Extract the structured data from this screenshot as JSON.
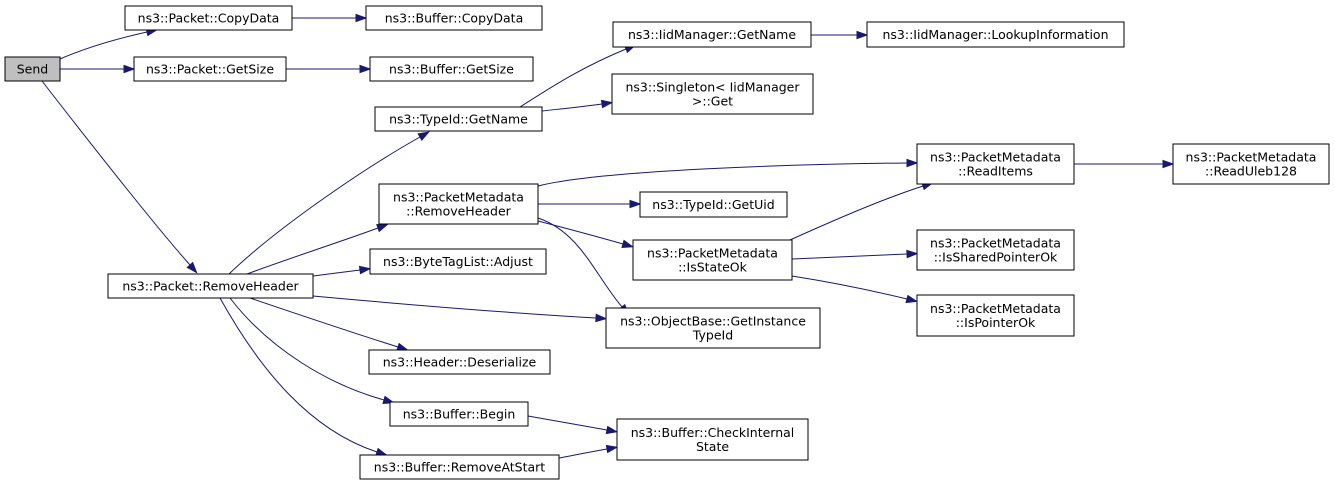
{
  "graph": {
    "type": "call-graph",
    "edge_color": "#191970",
    "root_fill": "#bfbfbf",
    "nodes": {
      "send": {
        "lines": [
          "Send"
        ]
      },
      "packet_copydata": {
        "lines": [
          "ns3::Packet::CopyData"
        ]
      },
      "buffer_copydata": {
        "lines": [
          "ns3::Buffer::CopyData"
        ]
      },
      "packet_getsize": {
        "lines": [
          "ns3::Packet::GetSize"
        ]
      },
      "buffer_getsize": {
        "lines": [
          "ns3::Buffer::GetSize"
        ]
      },
      "packet_removeheader": {
        "lines": [
          "ns3::Packet::RemoveHeader"
        ]
      },
      "typeid_getname": {
        "lines": [
          "ns3::TypeId::GetName"
        ]
      },
      "iidmanager_getname": {
        "lines": [
          "ns3::IidManager::GetName"
        ]
      },
      "iidmanager_lookupinformation": {
        "lines": [
          "ns3::IidManager::LookupInformation"
        ]
      },
      "singleton_get": {
        "lines": [
          "ns3::Singleton< IidManager",
          ">::Get"
        ]
      },
      "packetmetadata_removeheader": {
        "lines": [
          "ns3::PacketMetadata",
          "::RemoveHeader"
        ]
      },
      "packetmetadata_readitems": {
        "lines": [
          "ns3::PacketMetadata",
          "::ReadItems"
        ]
      },
      "packetmetadata_readuleb128": {
        "lines": [
          "ns3::PacketMetadata",
          "::ReadUleb128"
        ]
      },
      "typeid_getuid": {
        "lines": [
          "ns3::TypeId::GetUid"
        ]
      },
      "packetmetadata_isstateok": {
        "lines": [
          "ns3::PacketMetadata",
          "::IsStateOk"
        ]
      },
      "packetmetadata_issharedpointerok": {
        "lines": [
          "ns3::PacketMetadata",
          "::IsSharedPointerOk"
        ]
      },
      "packetmetadata_ispointerok": {
        "lines": [
          "ns3::PacketMetadata",
          "::IsPointerOk"
        ]
      },
      "bytetaglist_adjust": {
        "lines": [
          "ns3::ByteTagList::Adjust"
        ]
      },
      "objectbase_getinstancetypeid": {
        "lines": [
          "ns3::ObjectBase::GetInstance",
          "TypeId"
        ]
      },
      "header_deserialize": {
        "lines": [
          "ns3::Header::Deserialize"
        ]
      },
      "buffer_begin": {
        "lines": [
          "ns3::Buffer::Begin"
        ]
      },
      "buffer_checkinternalstate": {
        "lines": [
          "ns3::Buffer::CheckInternal",
          "State"
        ]
      },
      "buffer_removeatstart": {
        "lines": [
          "ns3::Buffer::RemoveAtStart"
        ]
      }
    },
    "edges": [
      [
        "send",
        "packet_copydata"
      ],
      [
        "send",
        "packet_getsize"
      ],
      [
        "send",
        "packet_removeheader"
      ],
      [
        "packet_copydata",
        "buffer_copydata"
      ],
      [
        "packet_getsize",
        "buffer_getsize"
      ],
      [
        "packet_removeheader",
        "typeid_getname"
      ],
      [
        "packet_removeheader",
        "packetmetadata_removeheader"
      ],
      [
        "packet_removeheader",
        "bytetaglist_adjust"
      ],
      [
        "packet_removeheader",
        "objectbase_getinstancetypeid"
      ],
      [
        "packet_removeheader",
        "header_deserialize"
      ],
      [
        "packet_removeheader",
        "buffer_begin"
      ],
      [
        "packet_removeheader",
        "buffer_removeatstart"
      ],
      [
        "typeid_getname",
        "iidmanager_getname"
      ],
      [
        "typeid_getname",
        "singleton_get"
      ],
      [
        "iidmanager_getname",
        "iidmanager_lookupinformation"
      ],
      [
        "packetmetadata_removeheader",
        "packetmetadata_readitems"
      ],
      [
        "packetmetadata_removeheader",
        "typeid_getuid"
      ],
      [
        "packetmetadata_removeheader",
        "packetmetadata_isstateok"
      ],
      [
        "packetmetadata_removeheader",
        "objectbase_getinstancetypeid"
      ],
      [
        "packetmetadata_readitems",
        "packetmetadata_readuleb128"
      ],
      [
        "packetmetadata_isstateok",
        "packetmetadata_readitems"
      ],
      [
        "packetmetadata_isstateok",
        "packetmetadata_issharedpointerok"
      ],
      [
        "packetmetadata_isstateok",
        "packetmetadata_ispointerok"
      ],
      [
        "buffer_begin",
        "buffer_checkinternalstate"
      ],
      [
        "buffer_removeatstart",
        "buffer_checkinternalstate"
      ]
    ]
  }
}
